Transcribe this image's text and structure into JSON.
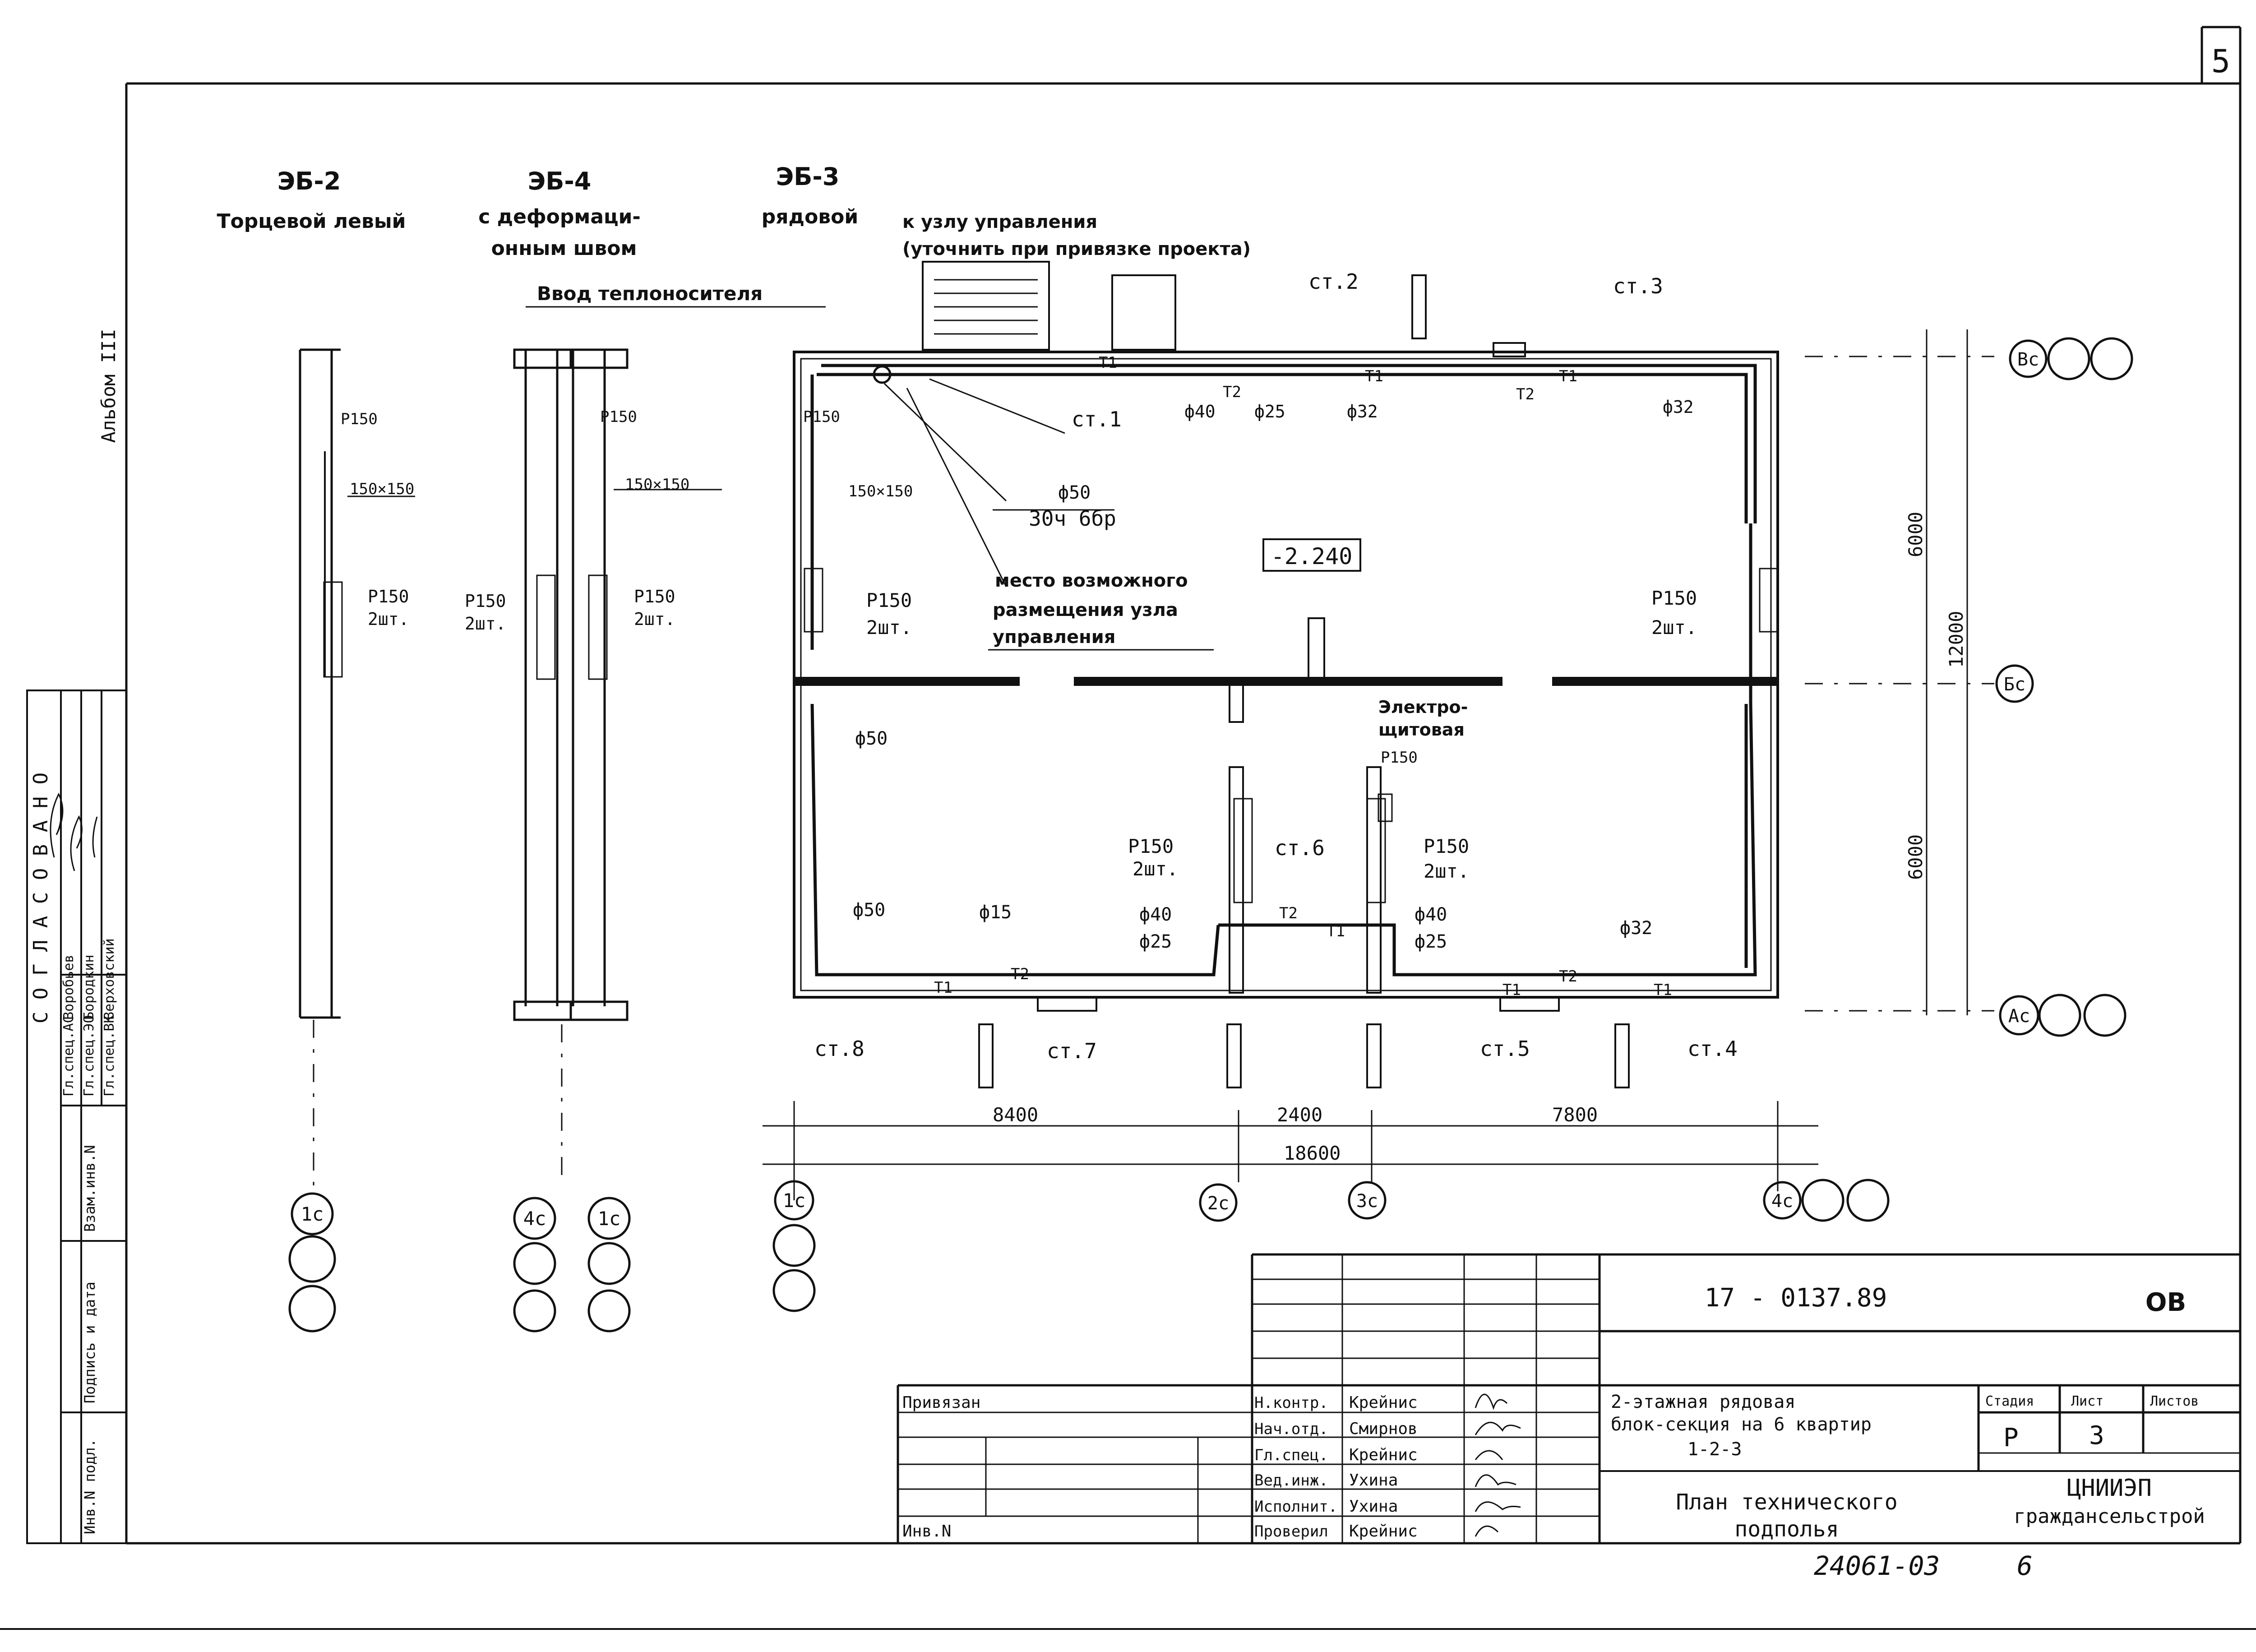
{
  "page_number": "5",
  "album": "Альбом III",
  "sections": {
    "left": {
      "code": "ЭБ-2",
      "name": "Торцевой левый"
    },
    "mid": {
      "code": "ЭБ-4",
      "name1": "с деформаци-",
      "name2": "онным швом"
    },
    "right": {
      "code": "ЭБ-3",
      "name": "рядовой"
    }
  },
  "notes": {
    "to_unit1": "к узлу управления",
    "to_unit2": "(уточнить при привязке проекта)",
    "inlet": "Ввод теплоносителя",
    "place1": "место возможного",
    "place2": "размещения узла",
    "place3": "управления",
    "elevation": "-2.240",
    "electro1": "Электро-",
    "electro2": "щитовая",
    "d50_30": "30ч 6бр"
  },
  "risers": [
    "ст.1",
    "ст.2",
    "ст.3",
    "ст.4",
    "ст.5",
    "ст.6",
    "ст.7",
    "ст.8"
  ],
  "pipes": {
    "t1": "Т1",
    "t2": "Т2",
    "d15": "ф15",
    "d25": "ф25",
    "d32": "ф32",
    "d40": "ф40",
    "d50": "ф50",
    "d50b": "ф50"
  },
  "vents": {
    "p150": "Р150",
    "p150x2": "Р150",
    "pcs2": "2шт.",
    "grille": "150×150"
  },
  "dims": {
    "d8400": "8400",
    "d2400": "2400",
    "d7800": "7800",
    "d18600": "18600",
    "d6000a": "6000",
    "d6000b": "6000",
    "d12000": "12000"
  },
  "axes": {
    "ax1": "1с",
    "ax2": "2с",
    "ax3": "3с",
    "ax4": "4с",
    "axA": "Ас",
    "axB": "Бс",
    "axV": "Вс"
  },
  "approval": {
    "title": "С О Г Л А С О В А Н О",
    "rows": [
      {
        "role": "Гл.спец.АС",
        "name": "Воробьев"
      },
      {
        "role": "Гл.спец.ЭО",
        "name": "Бородкин"
      },
      {
        "role": "Гл.спец.ВК",
        "name": "Верховский"
      }
    ],
    "side1": "Взам.инв.N",
    "side2": "Подпись и дата",
    "side3": "Инв.N подл."
  },
  "title_block": {
    "doc_code": "17 - 0137.89",
    "mark": "ОВ",
    "bound": "Привязан",
    "inv": "Инв.N",
    "staff": [
      {
        "role": "Н.контр.",
        "name": "Крейнис"
      },
      {
        "role": "Нач.отд.",
        "name": "Смирнов"
      },
      {
        "role": "Гл.спец.",
        "name": "Крейнис"
      },
      {
        "role": "Вед.инж.",
        "name": "Ухина"
      },
      {
        "role": "Исполнит.",
        "name": "Ухина"
      },
      {
        "role": "Проверил",
        "name": "Крейнис"
      }
    ],
    "project1": "2-этажная рядовая",
    "project2": "блок-секция на 6 квартир",
    "project3": "1-2-3",
    "stage_h": "Стадия",
    "sheet_h": "Лист",
    "sheets_h": "Листов",
    "stage": "Р",
    "sheet": "3",
    "drawing1": "План технического",
    "drawing2": "подполья",
    "org1": "ЦНИИЭП",
    "org2": "граждансельстрой",
    "archive": "24061-03",
    "archive_sheet": "6"
  }
}
